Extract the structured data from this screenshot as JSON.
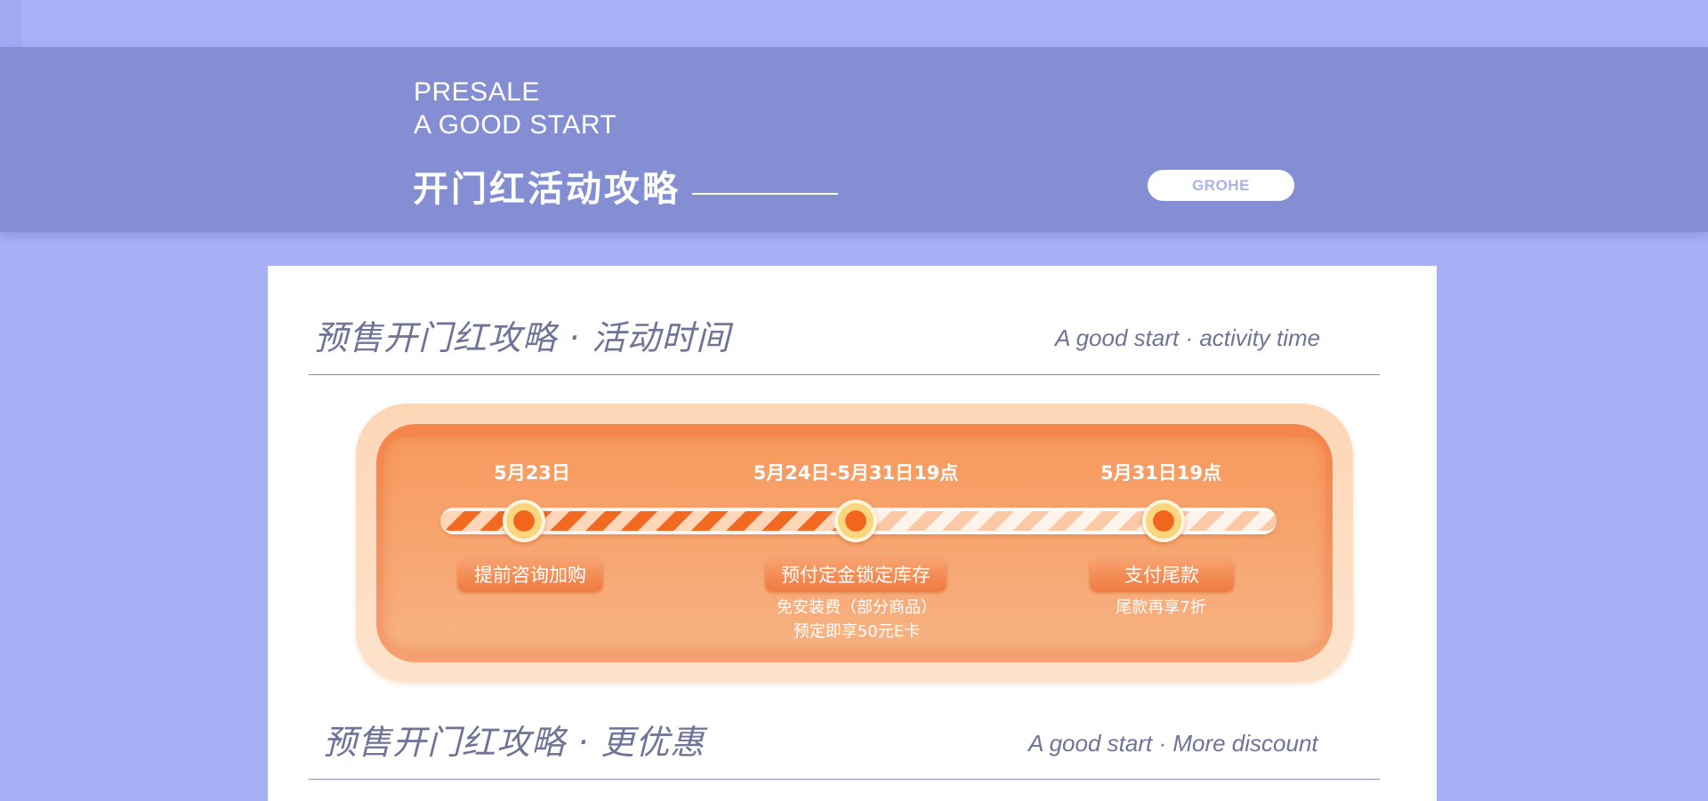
{
  "banner": {
    "en_line1": "PRESALE",
    "en_line2": "A GOOD START",
    "cn_title": "开门红活动攻略",
    "brand": "GROHE"
  },
  "section1": {
    "title": "预售开门红攻略 · 活动时间",
    "subtitle": "A good start · activity time"
  },
  "timeline": {
    "steps": [
      {
        "date": "5月23日",
        "label": "提前咨询加购",
        "notes": []
      },
      {
        "date": "5月24日-5月31日19点",
        "label": "预付定金锁定库存",
        "notes": [
          "免安装费（部分商品）",
          "预定即享50元E卡"
        ]
      },
      {
        "date": "5月31日19点",
        "label": "支付尾款",
        "notes": [
          "尾款再享7折"
        ]
      }
    ]
  },
  "section2": {
    "title": "预售开门红攻略 · 更优惠",
    "subtitle": "A good start · More discount"
  },
  "colors": {
    "page_bg": "#a7b0f5",
    "banner_bg": "#838ed3",
    "accent_orange": "#f26a22",
    "heading_text": "#6e7397"
  }
}
